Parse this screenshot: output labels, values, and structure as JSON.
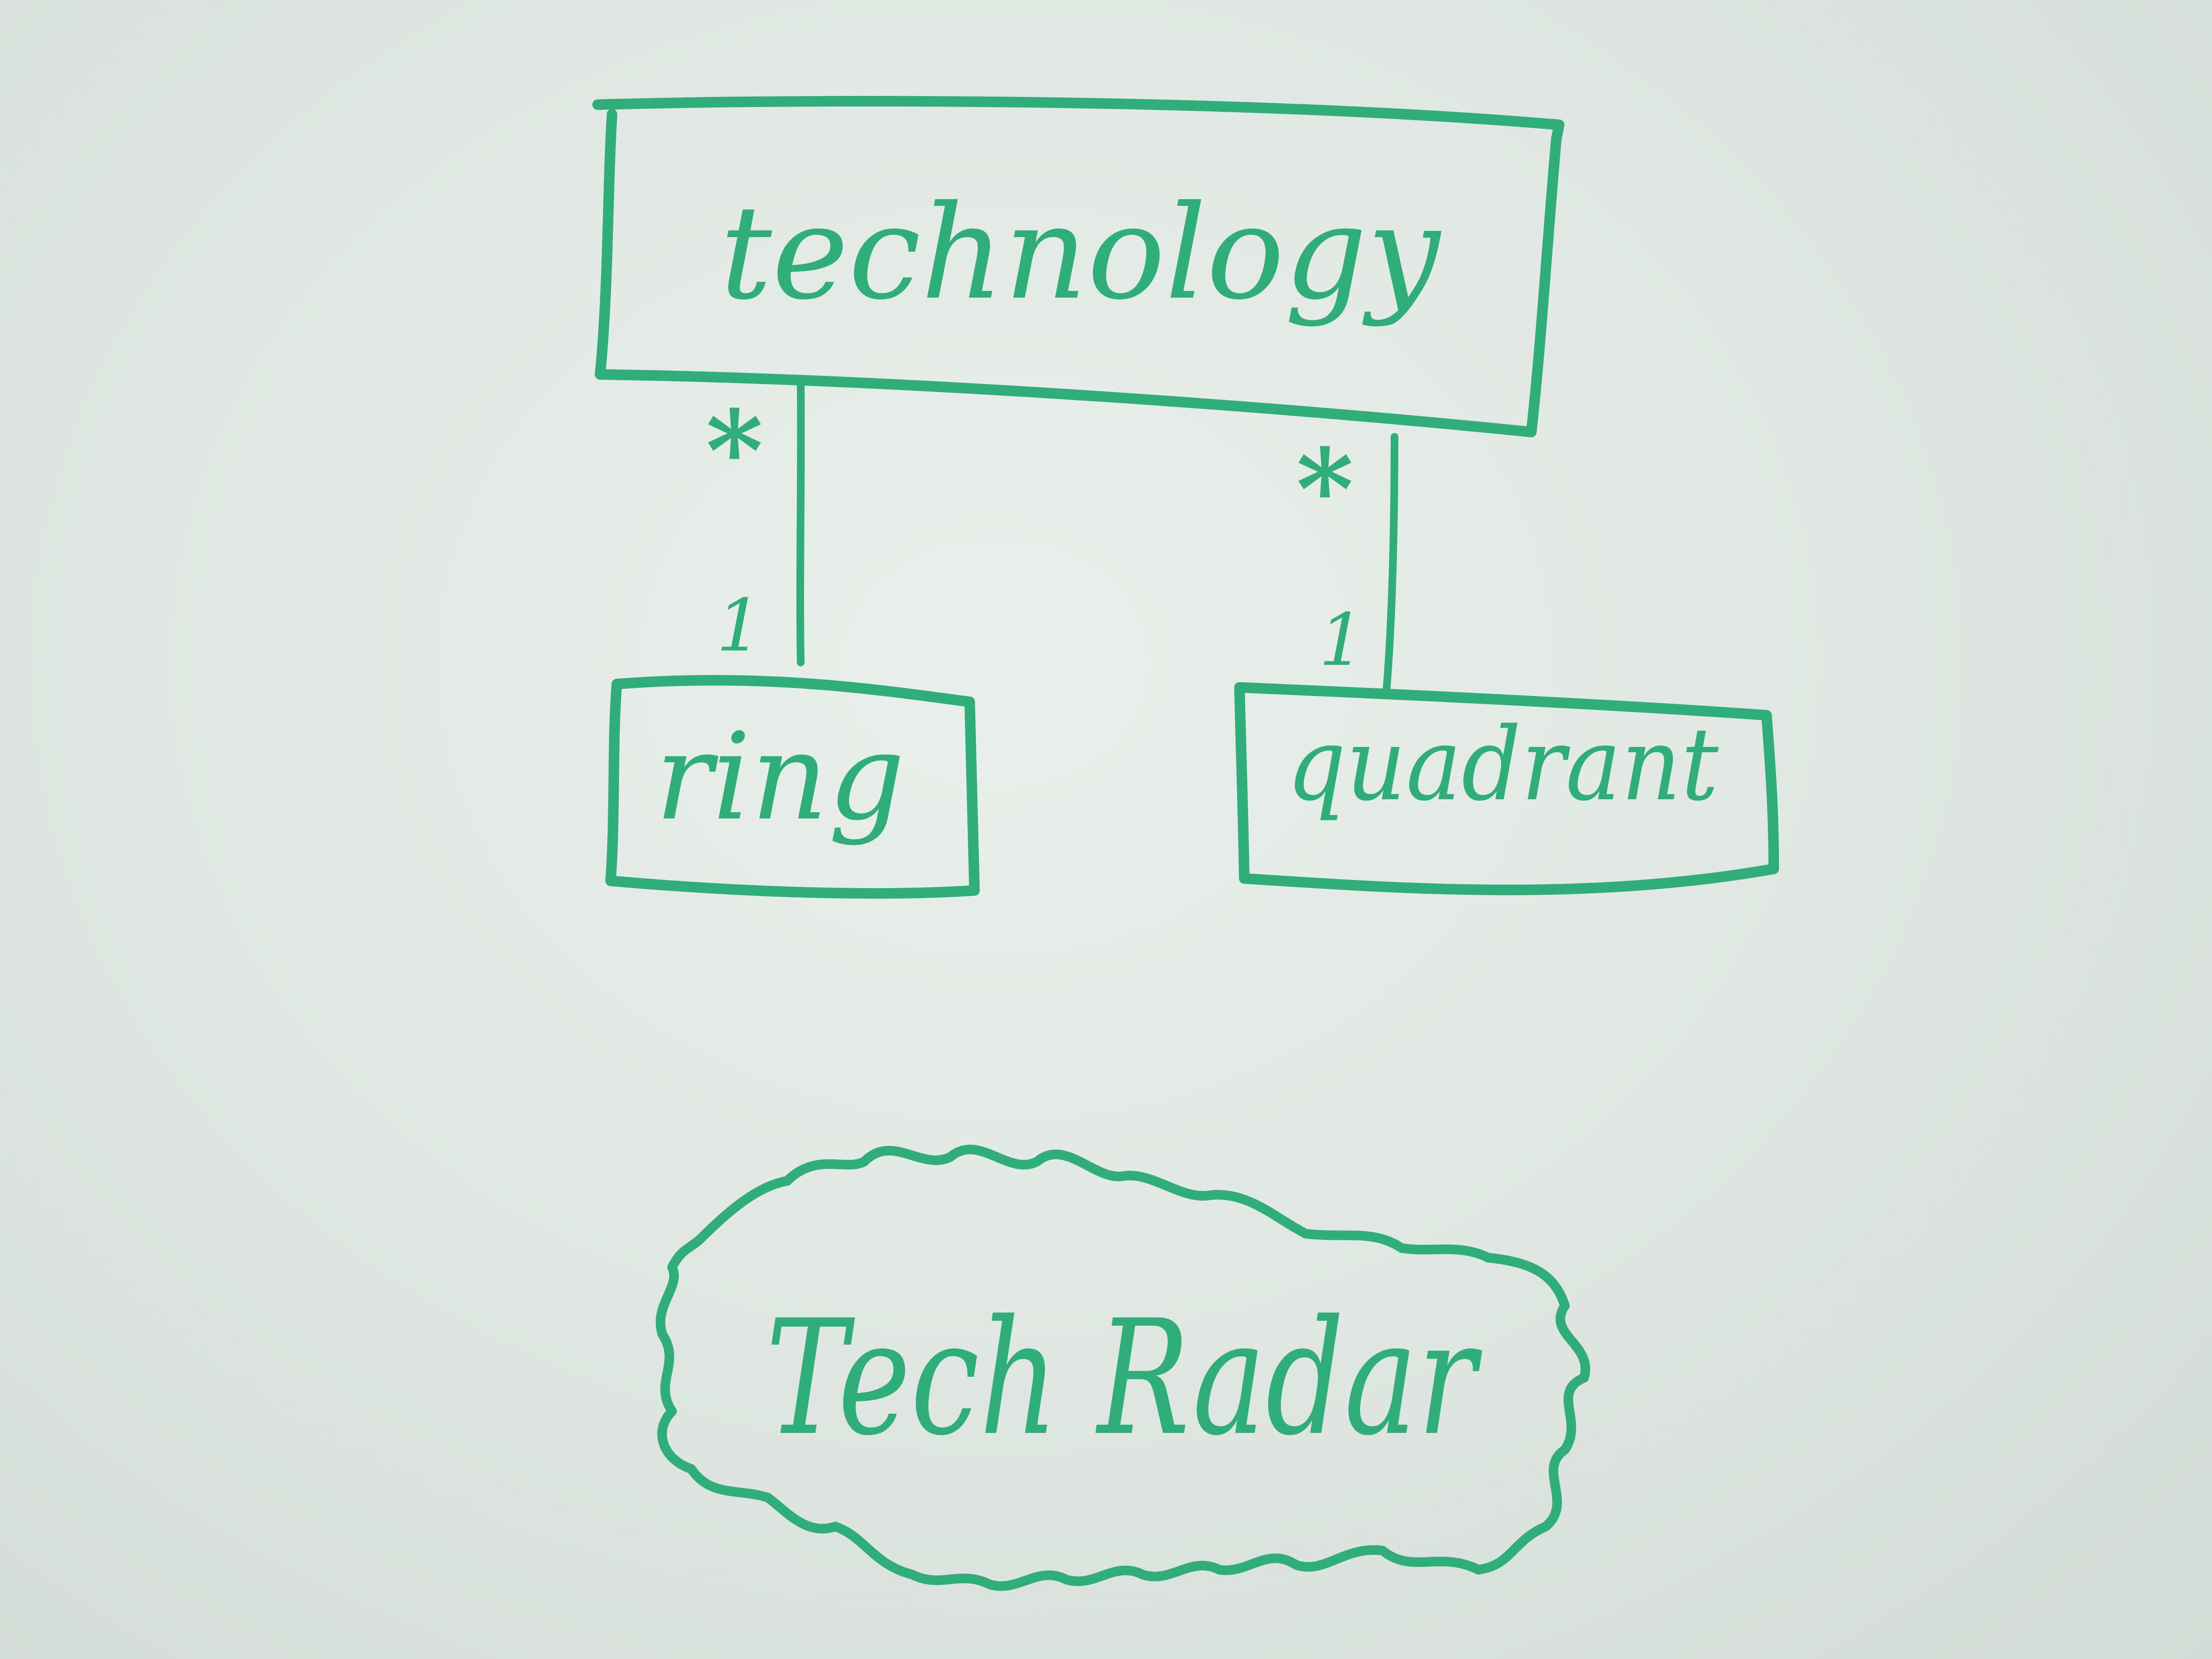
{
  "ink_color": "#2fae7a",
  "board_color": "#e4ebe6",
  "diagram": {
    "entities": {
      "technology": "technology",
      "ring": "ring",
      "quadrant": "quadrant"
    },
    "associations": [
      {
        "from": "technology",
        "to": "ring",
        "from_multiplicity": "*",
        "to_multiplicity": "1"
      },
      {
        "from": "technology",
        "to": "quadrant",
        "from_multiplicity": "*",
        "to_multiplicity": "1"
      }
    ],
    "cloud_label": "Tech Radar"
  }
}
